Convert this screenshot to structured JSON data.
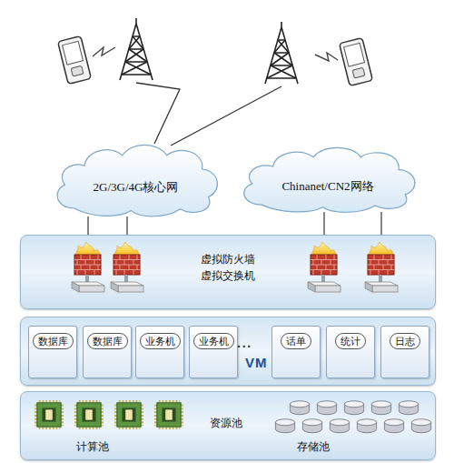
{
  "diagram": {
    "nodes": [
      {
        "text": [
          "2G/3G/4G核心网"
        ]
      },
      {
        "text": [
          "Chinanet/CN2网络"
        ]
      },
      {
        "text": [
          "虚拟防火墙",
          "虚拟交换机"
        ]
      },
      {
        "text": [
          "···"
        ]
      },
      {
        "text": [
          "VM",
          "数据库"
        ],
        "in": 3
      },
      {
        "text": [
          "VM",
          "数据库"
        ],
        "in": 3
      },
      {
        "text": [
          "VM",
          "业务机"
        ],
        "in": 3
      },
      {
        "text": [
          "VM",
          "业务机"
        ],
        "in": 3
      },
      {
        "text": [
          "VM",
          "话单"
        ],
        "in": 3
      },
      {
        "text": [
          "VM",
          "统计"
        ],
        "in": 3
      },
      {
        "text": [
          "VM",
          "日志"
        ],
        "in": 3
      },
      {
        "text": [
          "资源池"
        ]
      }
    ],
    "edges": [
      {
        "from": 0,
        "to": 2,
        "arrow": "none"
      },
      {
        "from": 0,
        "to": 2,
        "arrow": "none"
      },
      {
        "from": 1,
        "to": 2,
        "arrow": "none"
      },
      {
        "from": 1,
        "to": 2,
        "arrow": "none"
      }
    ],
    "labels": [
      "计算池",
      "存储池"
    ]
  }
}
